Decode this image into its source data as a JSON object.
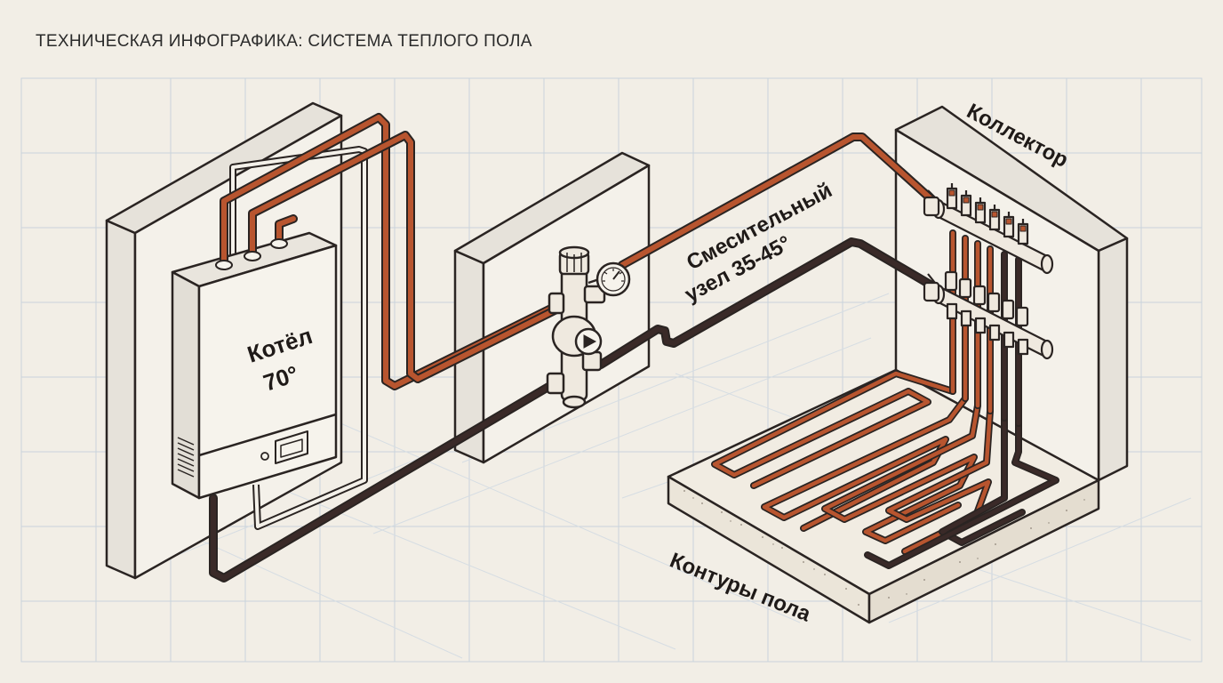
{
  "header": {
    "title": "ТЕХНИЧЕСКАЯ ИНФОГРАФИКА: СИСТЕМА ТЕПЛОГО ПОЛА"
  },
  "labels": {
    "boiler_line1": "Котёл",
    "boiler_line2": "70°",
    "mixer_line1": "Смесительный",
    "mixer_line2": "узел 35-45°",
    "collector": "Коллектор",
    "floor": "Контуры пола"
  },
  "colors": {
    "background": "#f2eee6",
    "grid": "#c9d3dc",
    "outline": "#2a2422",
    "supply_pipe": "#b8552f",
    "return_pipe": "#3a2a28",
    "wall_face": "#f4f1ea"
  },
  "icons": {
    "pump": "pump-arrow-icon",
    "gauge": "pressure-gauge-icon"
  }
}
